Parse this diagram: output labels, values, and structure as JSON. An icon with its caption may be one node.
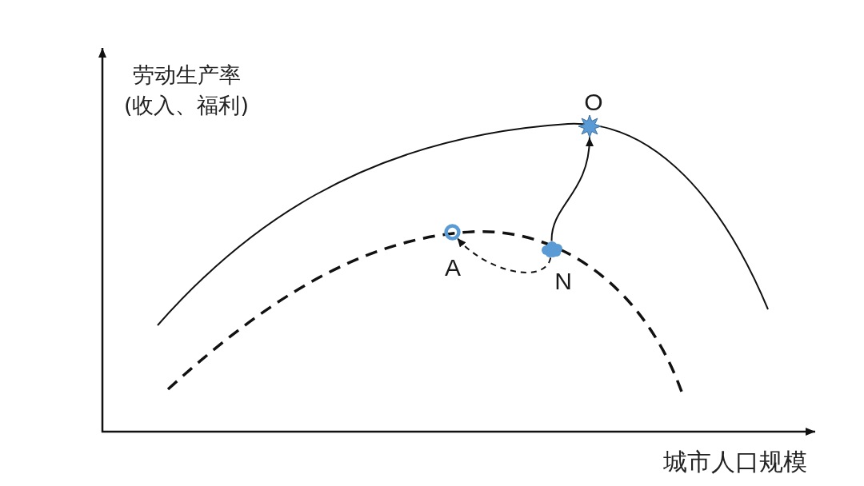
{
  "diagram": {
    "nodes": [
      {
        "text": [],
        "shape": "circle",
        "beside": [
          "A"
        ]
      },
      {
        "text": [],
        "shape": "cloud",
        "beside": [
          "N"
        ]
      },
      {
        "text": [],
        "shape": "star",
        "beside": [
          "O"
        ]
      }
    ],
    "edges": [
      {
        "from": 1,
        "to": 0,
        "arrow": "to",
        "style": "dashed"
      },
      {
        "from": 1,
        "to": 2,
        "arrow": "to"
      }
    ],
    "labels": [
      "劳动生产率(收入、福利)",
      "城市人口规模"
    ]
  }
}
